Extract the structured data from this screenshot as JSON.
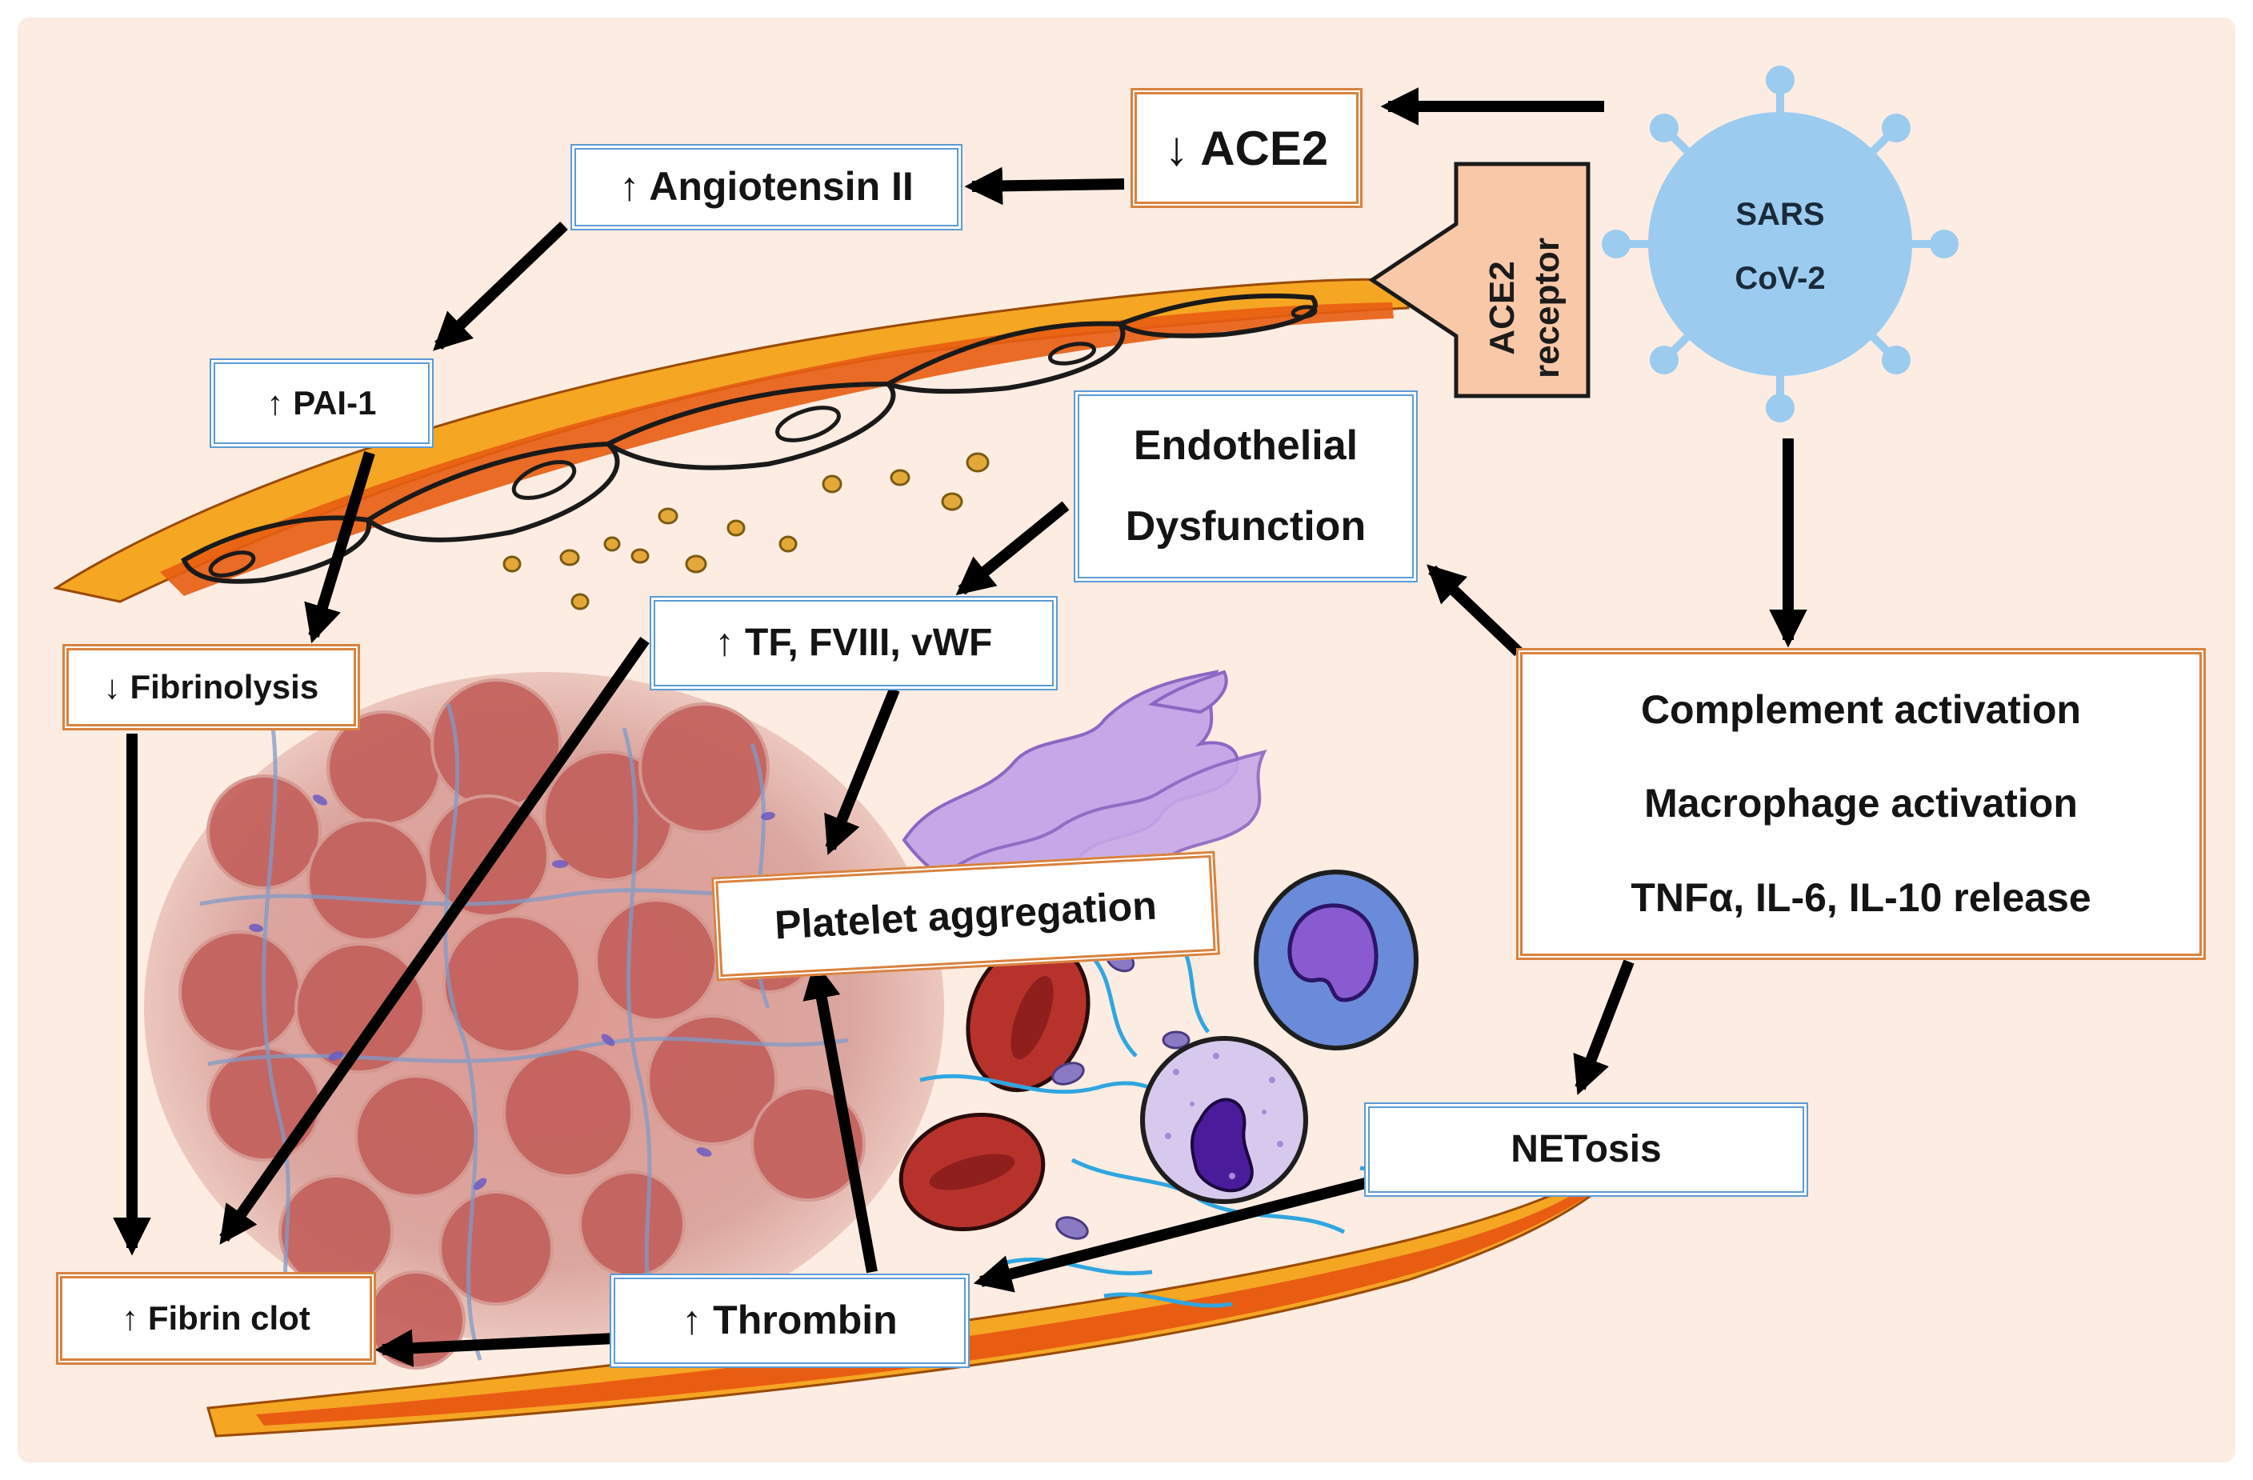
{
  "virus": {
    "line1": "SARS",
    "line2": "CoV-2"
  },
  "receptor": {
    "line1": "ACE2",
    "line2": "receptor"
  },
  "boxes": {
    "ace2": "↓ ACE2",
    "angiotensin": "↑ Angiotensin II",
    "pai1": "↑ PAI-1",
    "fibrinolysis": "↓ Fibrinolysis",
    "endothelial": {
      "line1": "Endothelial",
      "line2": "Dysfunction"
    },
    "tf": "↑ TF, FVIII, vWF",
    "complement": {
      "line1": "Complement activation",
      "line2": "Macrophage activation",
      "line3": "TNFα, IL-6, IL-10 release"
    },
    "platelet": "Platelet aggregation",
    "netosis": "NETosis",
    "thrombin": "↑ Thrombin",
    "fibrin_clot": "↑ Fibrin clot"
  },
  "colors": {
    "background": "#fcece2",
    "vessel_outer": "#f5a623",
    "vessel_inner": "#e85d12",
    "box_blue_border": "#5b9bd5",
    "box_orange_border": "#d9823e",
    "virus": "#9ccbf0",
    "receptor_fill": "#f9c8a8",
    "clot": "#c9706c",
    "platelet_purple": "#b79ad8",
    "arrow": "#000000"
  }
}
